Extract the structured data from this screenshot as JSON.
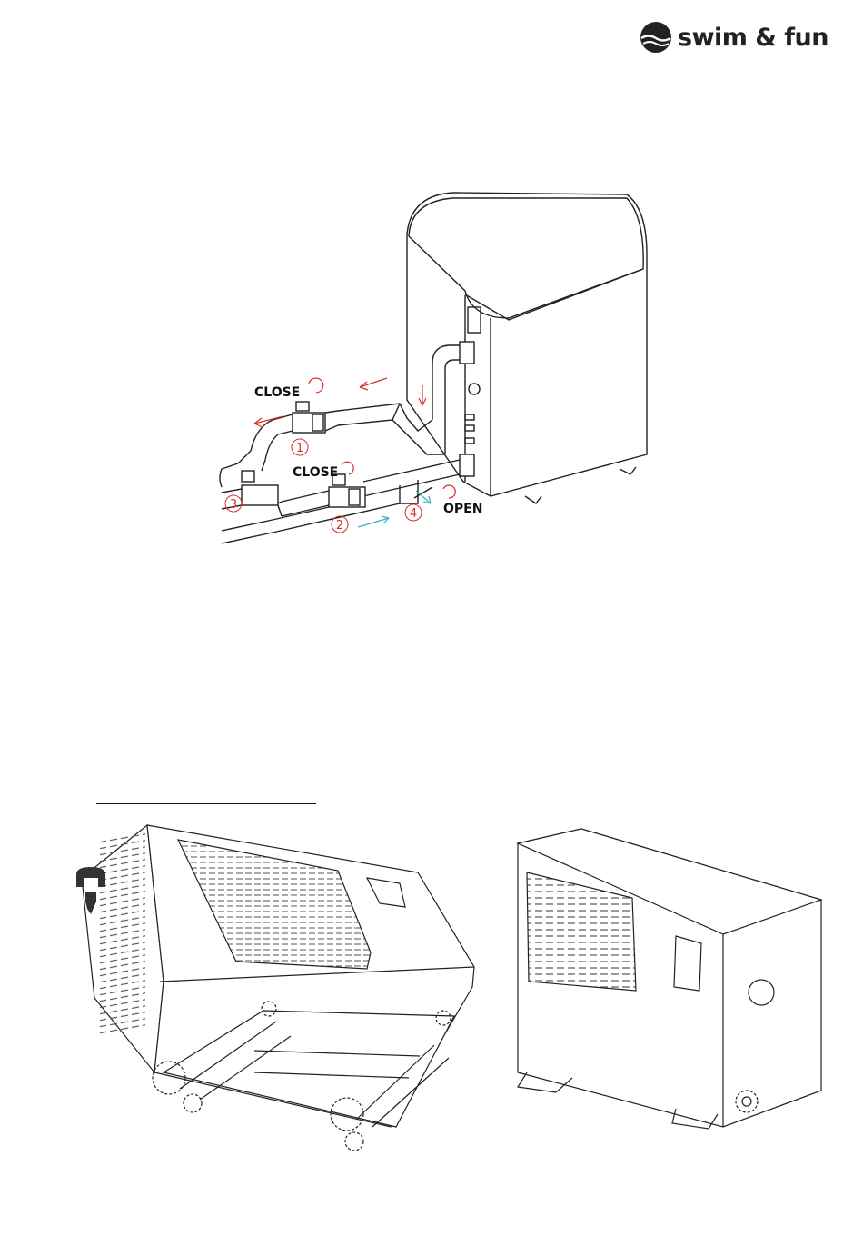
{
  "brand": {
    "name": "swim & fun",
    "icon": "swim-fun-logo-icon"
  },
  "valve_diagram": {
    "labels": {
      "close_top": "CLOSE",
      "close_bottom": "CLOSE",
      "open": "OPEN"
    },
    "valve_numbers": [
      "1",
      "2",
      "3",
      "4"
    ]
  },
  "colors": {
    "arrow_red": "#d7302b",
    "arrow_cyan": "#35b6c2",
    "line": "#222222"
  }
}
